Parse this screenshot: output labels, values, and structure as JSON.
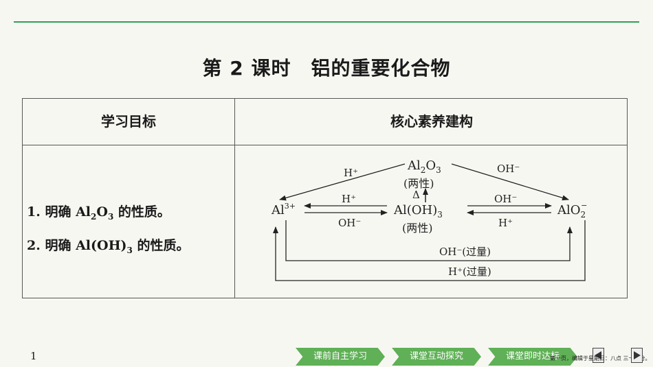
{
  "title": "第 2 课时　铝的重要化合物",
  "table": {
    "col1_header": "学习目标",
    "col2_header": "核心素养建构",
    "goal1": {
      "pre": "1. 明确 Al",
      "s1": "2",
      "mid": "O",
      "s2": "3",
      "post": " 的性质。"
    },
    "goal2": {
      "pre": "2. 明确 Al(OH)",
      "s1": "3",
      "post": " 的性质。"
    }
  },
  "diagram": {
    "al2o3": {
      "a": "Al",
      "s1": "2",
      "b": "O",
      "s2": "3"
    },
    "al2o3_note": "(两性)",
    "delta": "Δ",
    "aloh3": {
      "a": "Al(OH)",
      "s1": "3"
    },
    "aloh3_note": "(两性)",
    "al3": {
      "a": "Al",
      "sup": "3+"
    },
    "alo2": {
      "a": "AlO",
      "sub": "2",
      "sup": "−"
    },
    "h_left_top": "H⁺",
    "h_left_mid": "H⁺",
    "oh_left_bottom": "OH⁻",
    "oh_right_top": "OH⁻",
    "oh_right_mid": "OH⁻",
    "h_right_bottom": "H⁺",
    "oh_excess": "OH⁻(过量)",
    "h_excess": "H⁺(过量)"
  },
  "page_number": "1",
  "nav": {
    "btn1": "课前自主学习",
    "btn2": "课堂互动探究",
    "btn3": "课堂即时达标"
  },
  "footnote": "第一页，编辑于星期日：八点 三十五分。"
}
